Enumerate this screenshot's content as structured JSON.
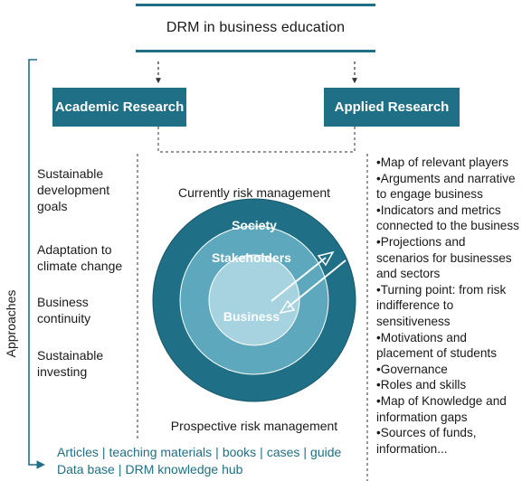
{
  "header": {
    "title": "DRM in business education"
  },
  "research": {
    "academic": "Academic Research",
    "applied": "Applied Research"
  },
  "approaches": {
    "label": "Approaches",
    "items": [
      {
        "lines": [
          "Sustainable",
          "development",
          "goals"
        ]
      },
      {
        "lines": [
          "Adaptation to",
          "climate change"
        ]
      },
      {
        "lines": [
          "Business",
          "continuity"
        ]
      },
      {
        "lines": [
          "Sustainable",
          "investing"
        ]
      }
    ]
  },
  "diagram": {
    "top_label": "Currently risk management",
    "bottom_label": "Prospective risk management",
    "rings": {
      "outer": "Society",
      "middle": "Stakeholders",
      "inner": "Business"
    },
    "colors": {
      "accent": "#1f6f86",
      "outer": "#1f6f86",
      "middle": "#5ea8bd",
      "inner": "#a6d3df"
    }
  },
  "bullets": [
    "•Map of relevant players",
    "•Arguments and narrative",
    "to engage business",
    "•Indicators and metrics",
    "connected to the business",
    "•Projections and",
    "scenarios for businesses",
    "and sectors",
    "•Turning point: from risk",
    "indifference to",
    "sensitiveness",
    "•Motivations and",
    "placement of students",
    "•Governance",
    "•Roles and skills",
    "•Map of Knowledge and",
    "information gaps",
    "•Sources of funds,",
    "information..."
  ],
  "footer": {
    "line1": [
      "Articles",
      "teaching materials",
      "books",
      "cases",
      "guide"
    ],
    "line2": [
      "Data base",
      "DRM knowledge hub"
    ],
    "separator": "|"
  }
}
